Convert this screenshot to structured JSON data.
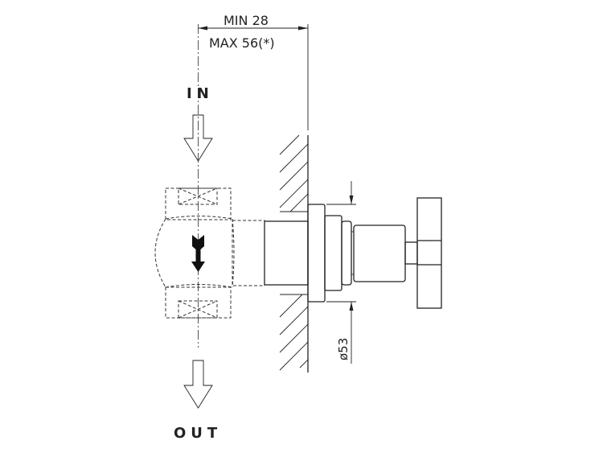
{
  "labels": {
    "dim_min": "MIN  28",
    "dim_max": "MAX  56(*)",
    "inlet": "IN",
    "outlet": "OUT",
    "diameter": "ø53"
  },
  "colors": {
    "line": "#222222",
    "background": "#ffffff"
  }
}
